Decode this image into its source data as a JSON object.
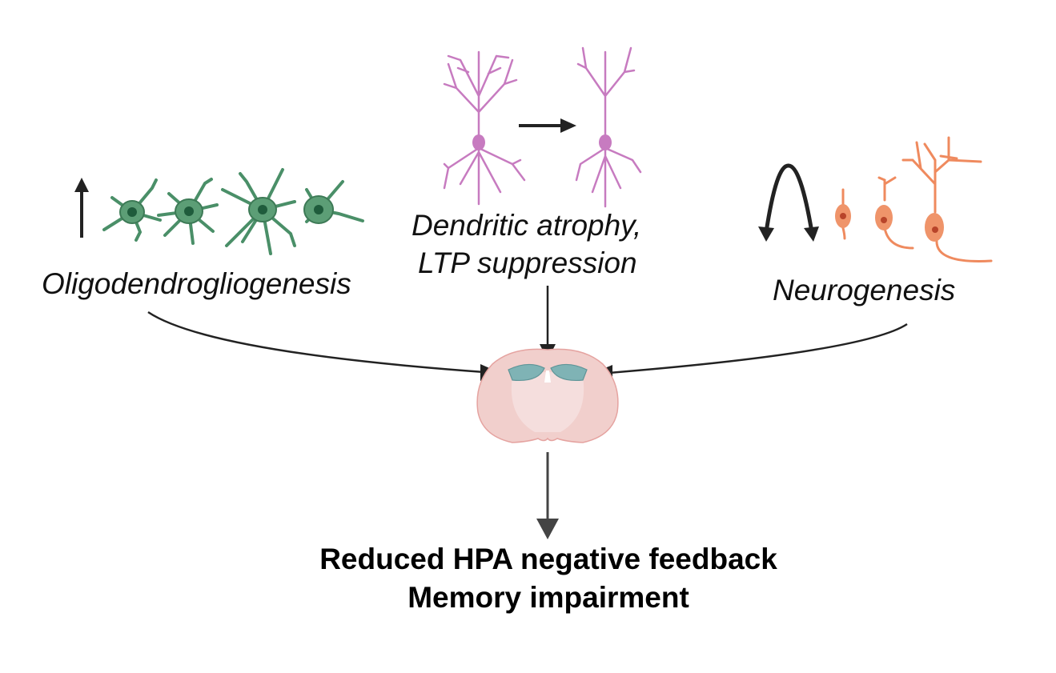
{
  "labels": {
    "oligo": "Oligodendrogliogenesis",
    "dendritic_line1": "Dendritic atrophy,",
    "dendritic_line2": "LTP suppression",
    "neuro": "Neurogenesis"
  },
  "outcome": {
    "line1": "Reduced HPA negative feedback",
    "line2": "Memory impairment"
  },
  "indicators": {
    "oligo": "up-arrow-icon",
    "dendritic": "right-arrow-icon",
    "neuro": "bidirectional-curved-arrow-icon"
  },
  "colors": {
    "oligodendrocyte": "#3d8a5f",
    "pyramidal_neuron": "#c77bc0",
    "new_neuron": "#ef8a5e",
    "brain": "#f1cfcc",
    "hippocampus": "#7fb3b5",
    "arrow": "#222222"
  }
}
